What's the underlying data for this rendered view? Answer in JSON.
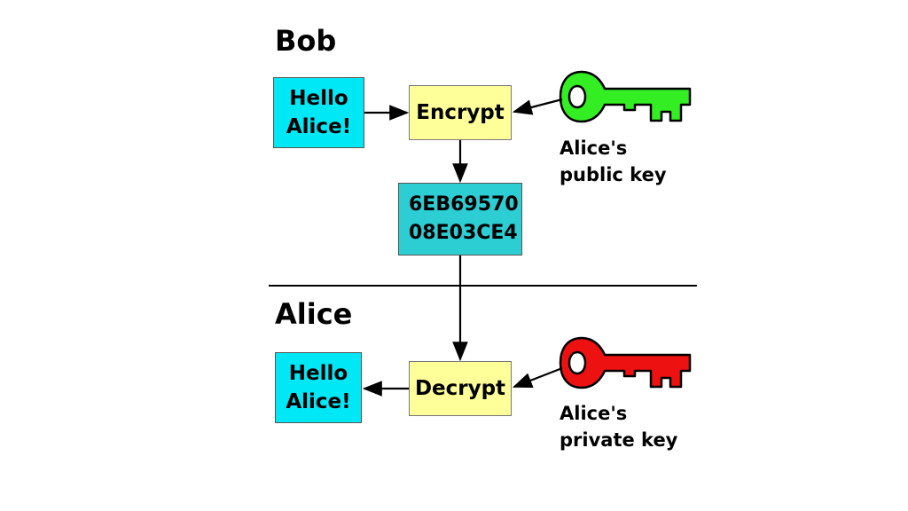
{
  "bob": {
    "title": "Bob",
    "message": [
      "Hello",
      "Alice!"
    ],
    "operation": "Encrypt",
    "key": {
      "caption": [
        "Alice's",
        "public key"
      ],
      "color": "#33ee22"
    }
  },
  "ciphertext": [
    "6EB69570",
    "08E03CE4"
  ],
  "alice": {
    "title": "Alice",
    "message": [
      "Hello",
      "Alice!"
    ],
    "operation": "Decrypt",
    "key": {
      "caption": [
        "Alice's",
        "private key"
      ],
      "color": "#ee1111"
    }
  },
  "colors": {
    "plaintext_box": "#00e7f6",
    "operation_box": "#ffff99",
    "ciphertext_box": "#2ccdd3"
  }
}
